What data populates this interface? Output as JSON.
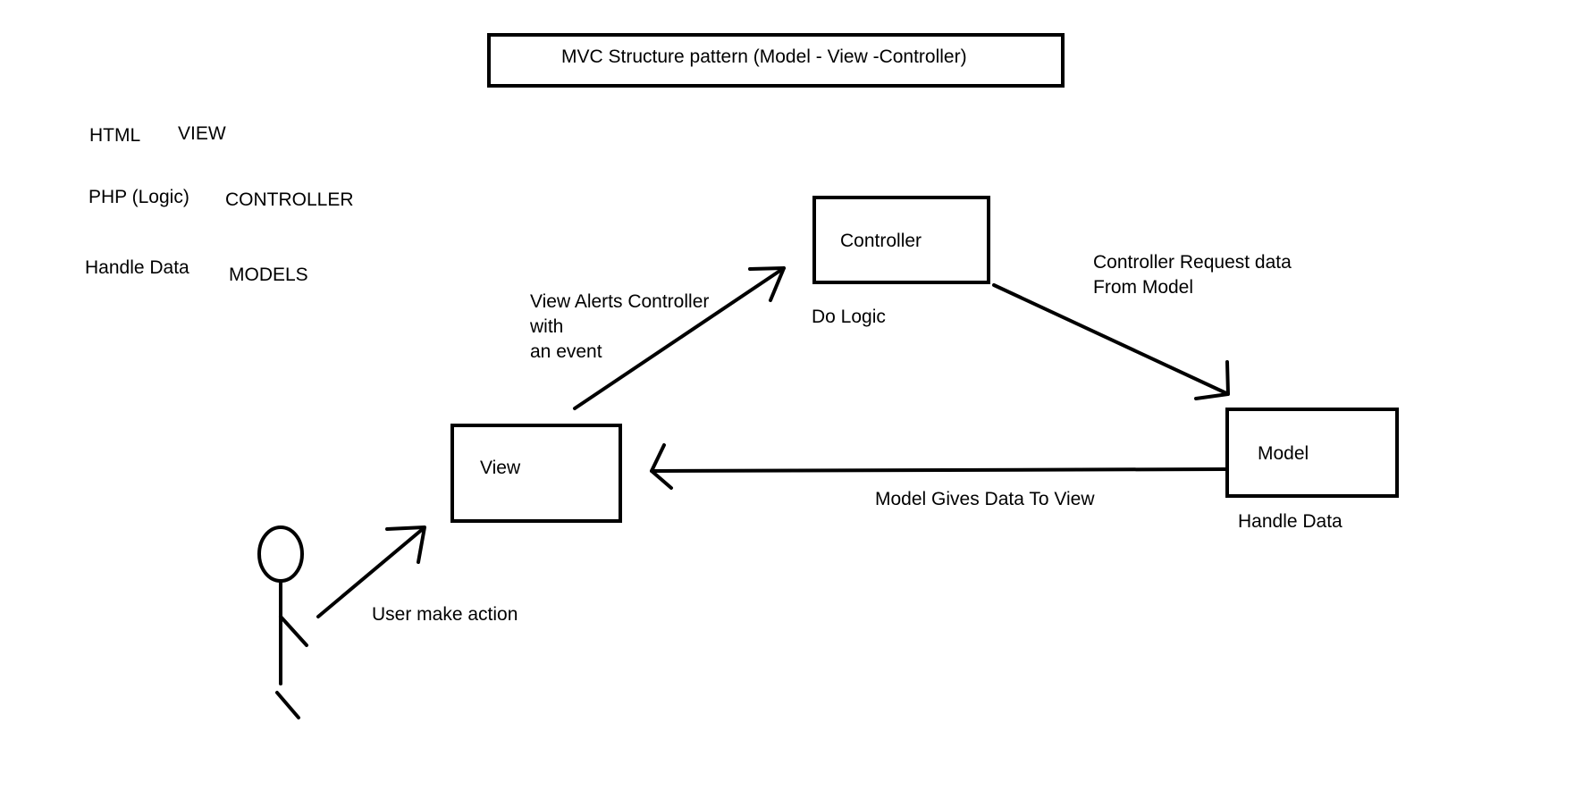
{
  "title": "MVC Structure pattern (Model - View -Controller)",
  "legend": [
    {
      "term": "HTML",
      "role": "VIEW"
    },
    {
      "term": "PHP (Logic)",
      "role": "CONTROLLER"
    },
    {
      "term": "Handle Data",
      "role": "MODELS"
    }
  ],
  "nodes": {
    "controller": {
      "label": "Controller",
      "caption": "Do Logic"
    },
    "view": {
      "label": "View"
    },
    "model": {
      "label": "Model",
      "caption": "Handle Data"
    }
  },
  "edges": {
    "user_to_view": "User make action",
    "view_to_controller": [
      "View Alerts Controller",
      "with",
      "an event"
    ],
    "controller_to_model": [
      "Controller Request data",
      "From Model"
    ],
    "model_to_view": "Model Gives Data To View"
  }
}
